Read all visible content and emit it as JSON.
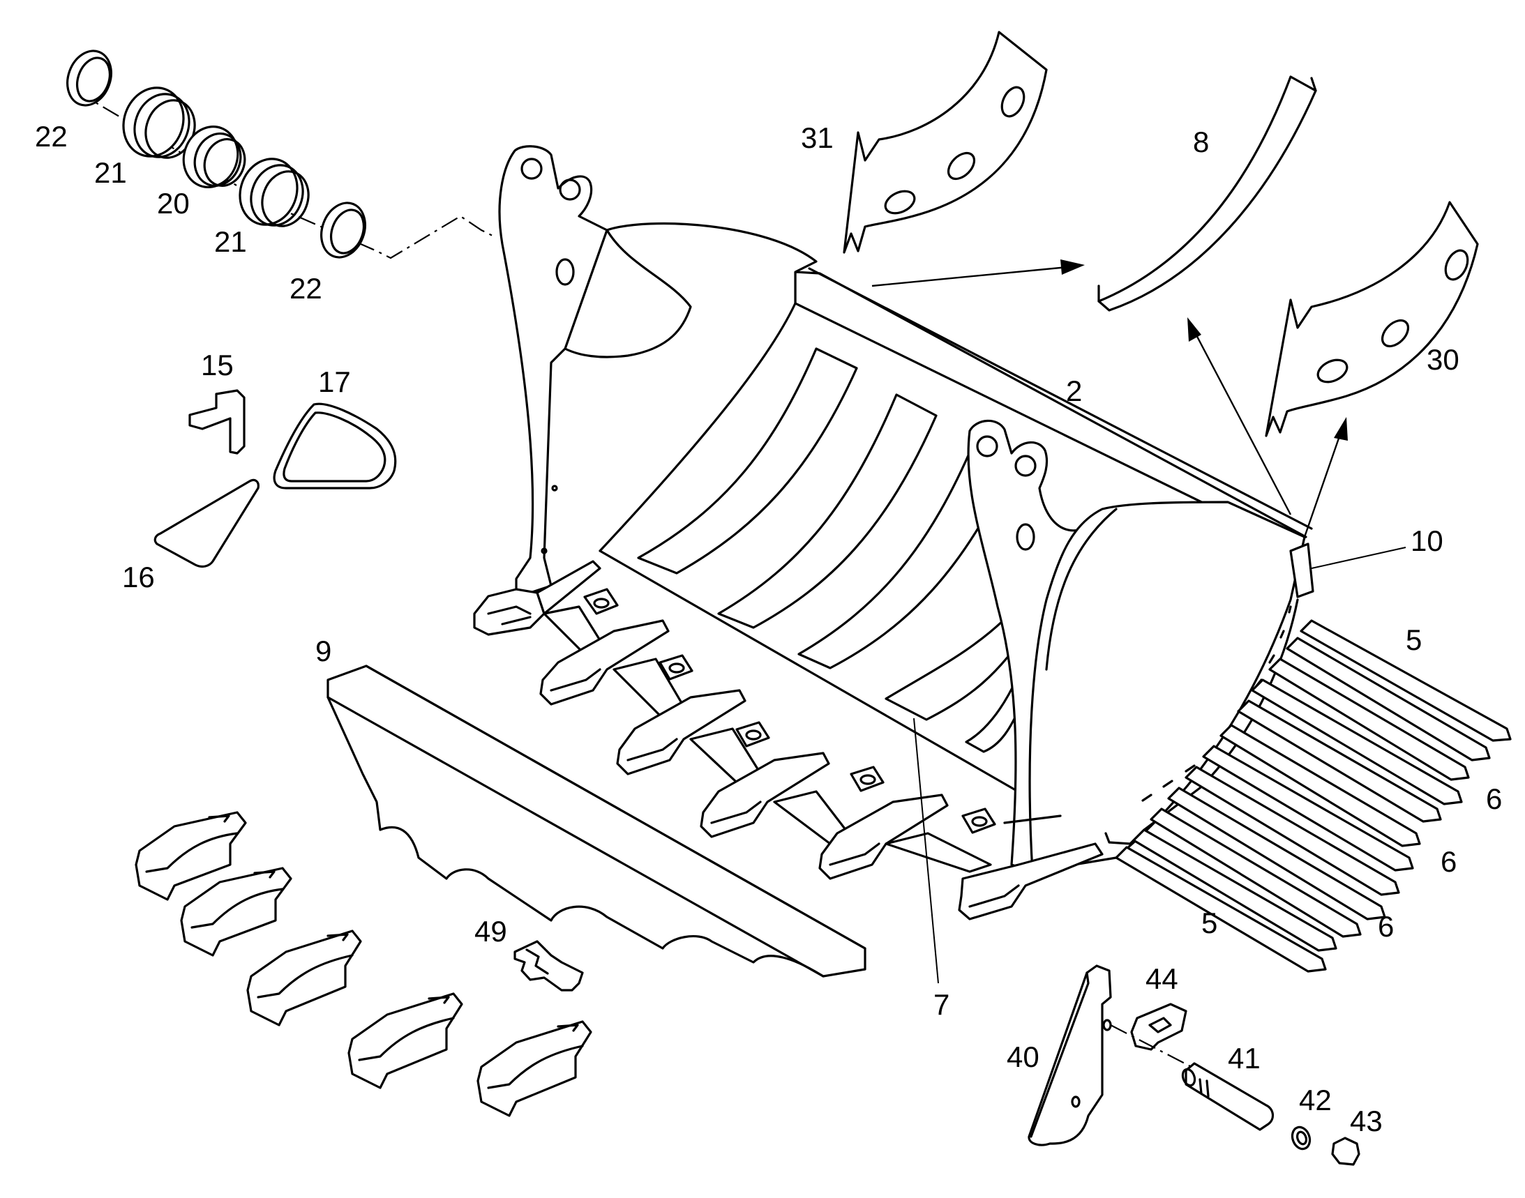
{
  "diagram": {
    "labels": {
      "l22a": "22",
      "l21a": "21",
      "l20": "20",
      "l21b": "21",
      "l22b": "22",
      "l31": "31",
      "l8": "8",
      "l30": "30",
      "l2": "2",
      "l15": "15",
      "l17": "17",
      "l16": "16",
      "l10": "10",
      "l9": "9",
      "l5a": "5",
      "l6a": "6",
      "l6b": "6",
      "l6c": "6",
      "l5b": "5",
      "l7": "7",
      "l49": "49",
      "l44": "44",
      "l40": "40",
      "l41": "41",
      "l42": "42",
      "l43": "43"
    }
  }
}
